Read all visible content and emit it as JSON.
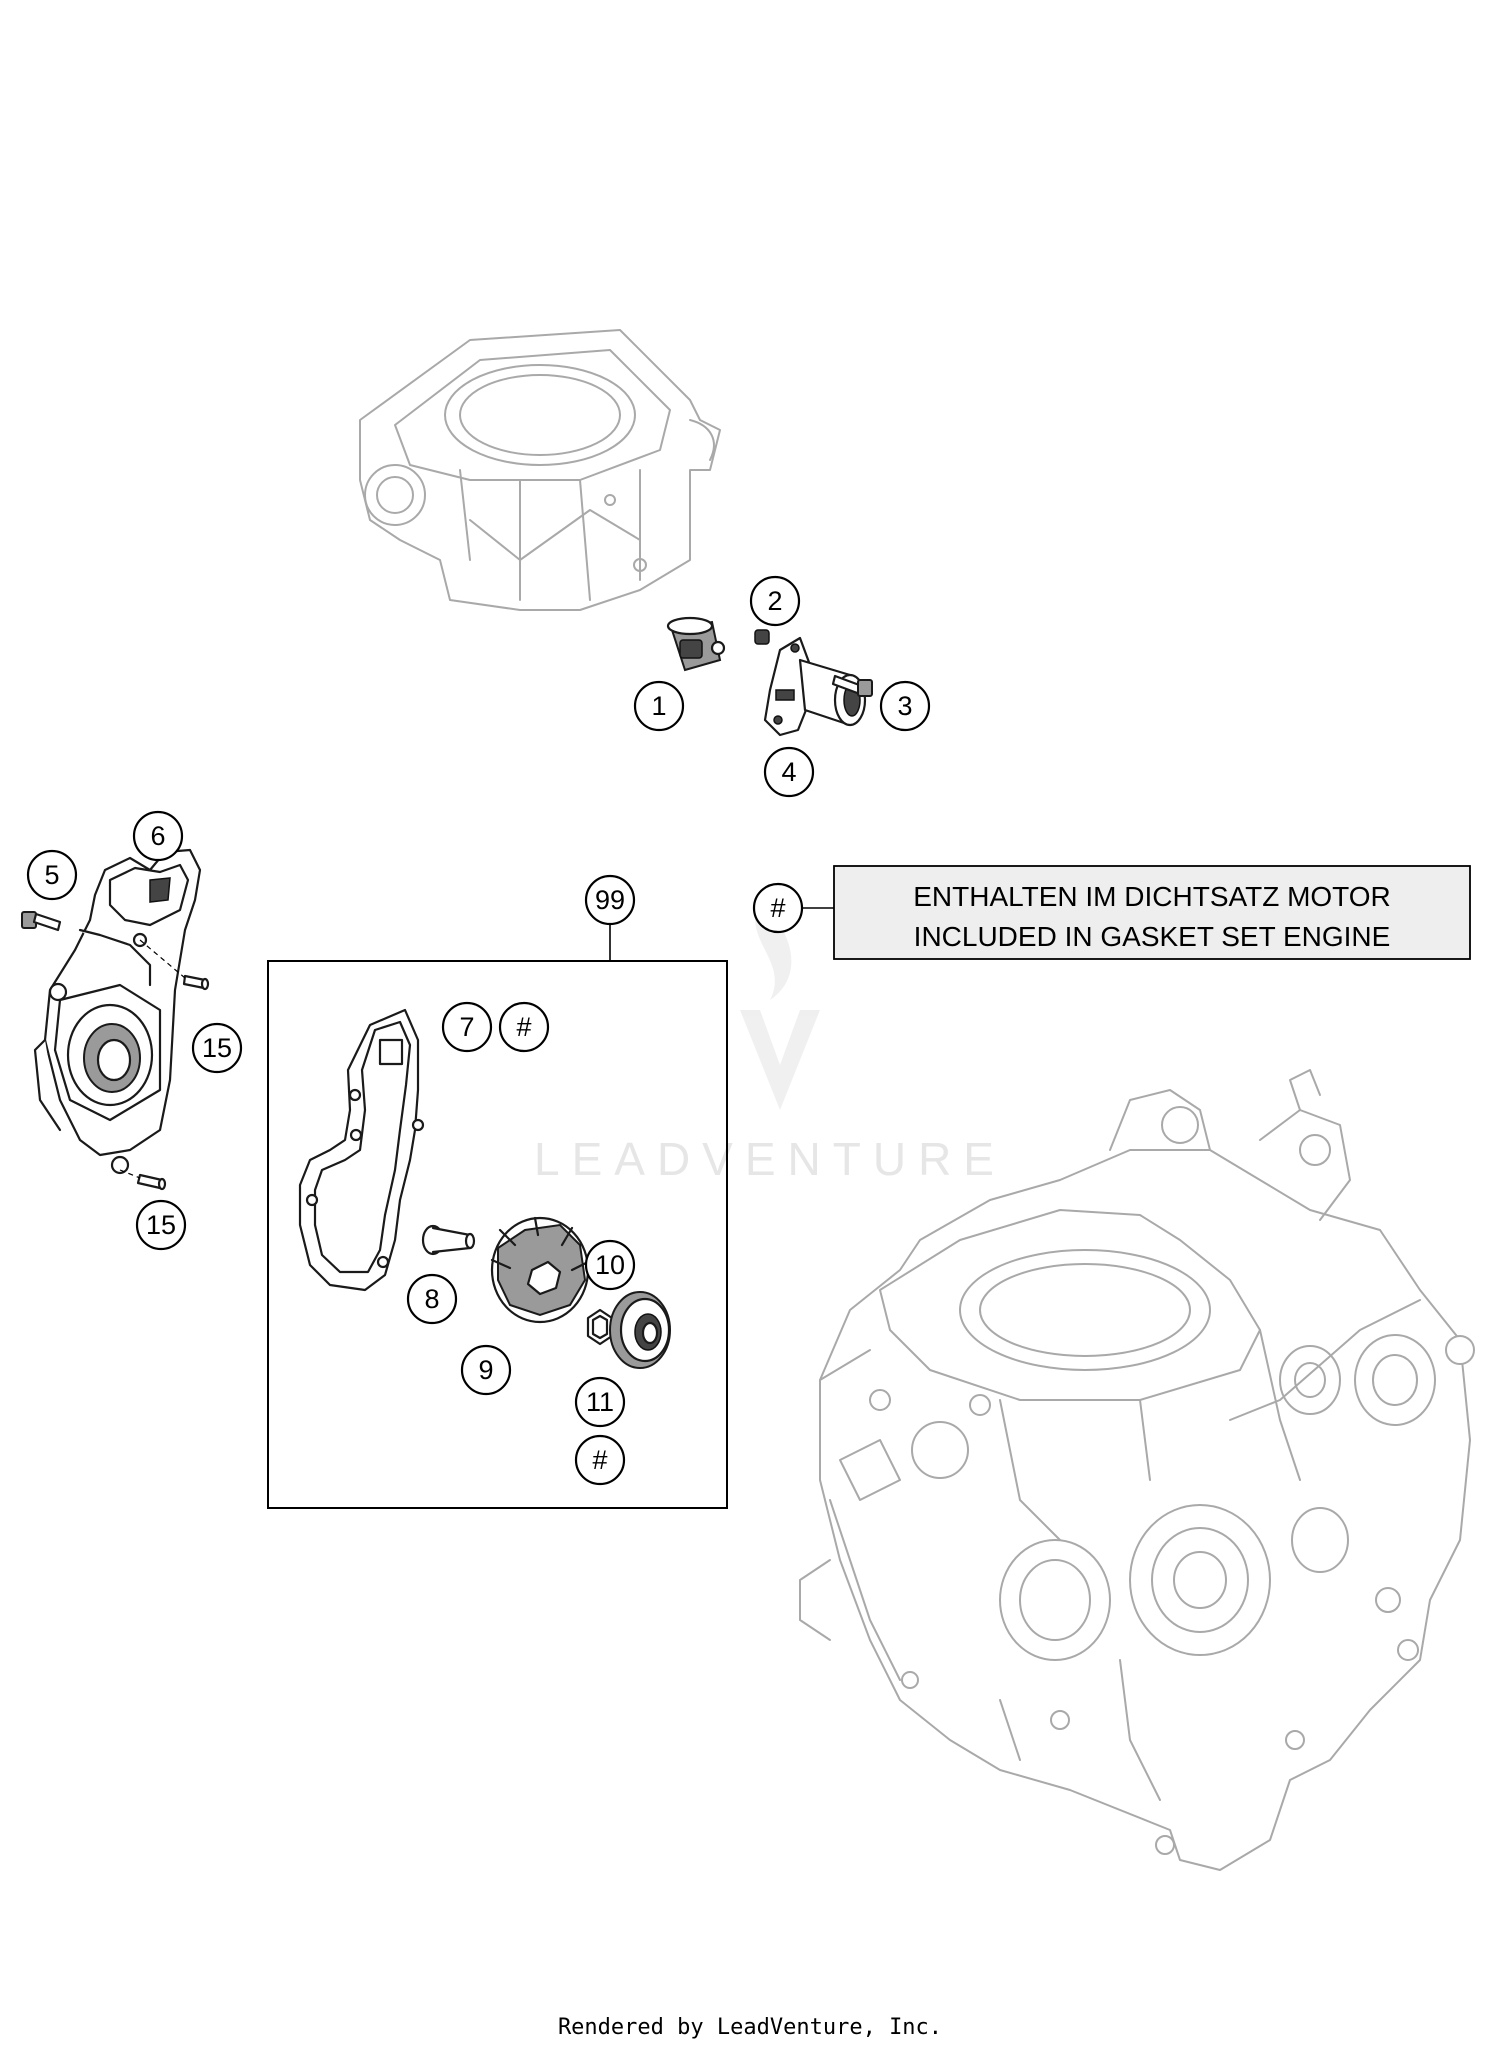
{
  "callouts": {
    "c1": "1",
    "c2": "2",
    "c3": "3",
    "c4": "4",
    "c5": "5",
    "c6": "6",
    "c7": "7",
    "c7h": "#",
    "c8": "8",
    "c9": "9",
    "c10": "10",
    "c11": "11",
    "c11h": "#",
    "c15a": "15",
    "c15b": "15",
    "c99": "99",
    "legend_hash": "#"
  },
  "legend": {
    "line1": "ENTHALTEN IM DICHTSATZ MOTOR",
    "line2": "INCLUDED IN GASKET SET ENGINE"
  },
  "watermark": "LEADVENTURE",
  "footer": "Rendered by LeadVenture, Inc."
}
